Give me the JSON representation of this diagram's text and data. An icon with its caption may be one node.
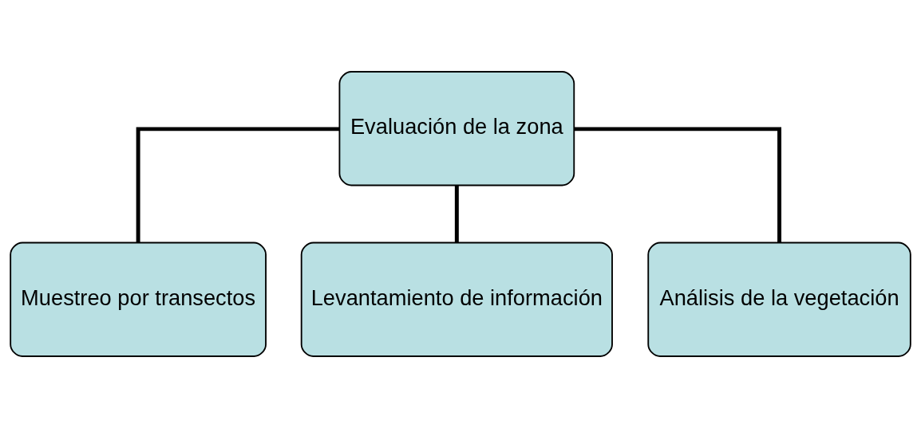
{
  "diagram": {
    "nodes": [
      {
        "text": [
          "Evaluación de la zona"
        ]
      },
      {
        "text": [
          "Muestreo por transectos"
        ]
      },
      {
        "text": [
          "Levantamiento de información"
        ]
      },
      {
        "text": [
          "Análisis de la vegetación"
        ]
      }
    ],
    "edges": [
      {
        "from": 0,
        "to": 1,
        "arrow": "none"
      },
      {
        "from": 0,
        "to": 2,
        "arrow": "none"
      },
      {
        "from": 0,
        "to": 3,
        "arrow": "none"
      }
    ]
  }
}
